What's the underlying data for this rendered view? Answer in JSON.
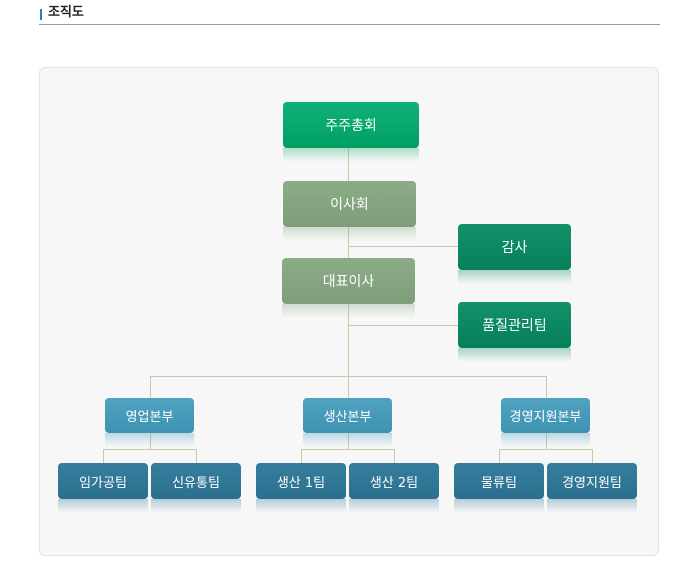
{
  "header": {
    "title": "조직도"
  },
  "org": {
    "shareholders": "주주총회",
    "board": "이사회",
    "audit": "감사",
    "ceo": "대표이사",
    "quality": "품질관리팀",
    "divisions": [
      {
        "label": "영업본부",
        "teams": [
          "임가공팀",
          "신유통팀"
        ]
      },
      {
        "label": "생산본부",
        "teams": [
          "생산 1팀",
          "생산 2팀"
        ]
      },
      {
        "label": "경영지원본부",
        "teams": [
          "물류팀",
          "경영지원팀"
        ]
      }
    ]
  },
  "colors": {
    "top_green": "#00a063",
    "sage": "#7d9e79",
    "dark_green": "#067f5a",
    "division_blue": "#3f93b2",
    "team_blue": "#2a6f8e",
    "connector": "#c9c9a8"
  }
}
